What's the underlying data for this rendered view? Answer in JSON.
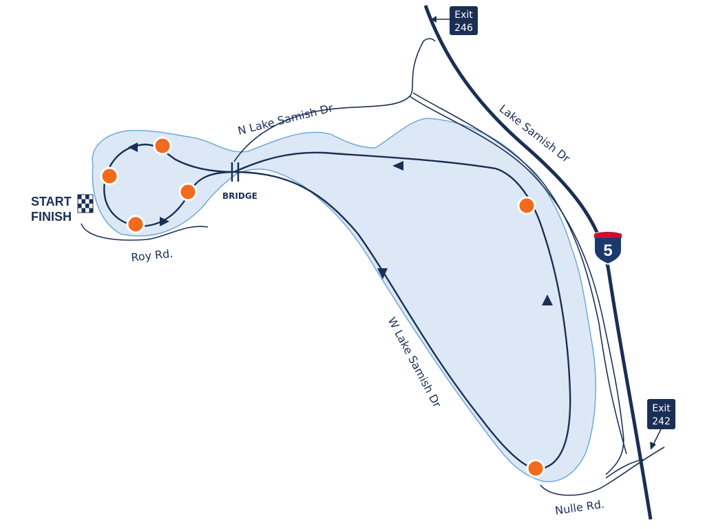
{
  "map": {
    "labels": {
      "start": "START",
      "finish": "FINISH",
      "bridge": "BRIDGE",
      "n_lake_samish": "N Lake Samish Dr",
      "lake_samish": "Lake Samish Dr",
      "w_lake_samish": "W Lake Samish Dr",
      "roy_rd": "Roy Rd.",
      "nulle_rd": "Nulle Rd."
    },
    "exits": {
      "north": {
        "word": "Exit",
        "number": "246"
      },
      "south": {
        "word": "Exit",
        "number": "242"
      }
    },
    "interstate": {
      "number": "5"
    },
    "icons": [
      "checkered-flag-icon",
      "interstate-shield-icon",
      "route-arrow-icon",
      "waypoint-marker-icon"
    ],
    "colors": {
      "lake_fill": "#dde8f7",
      "lake_outline": "#6ea8d6",
      "road": "#1b2f55",
      "course": "#1b2f55",
      "marker_fill": "#f26b1d",
      "marker_ring": "#ffffff",
      "exit_sign": "#1b2f55",
      "shield_blue": "#1b3a6b",
      "shield_red": "#c8102e"
    }
  }
}
